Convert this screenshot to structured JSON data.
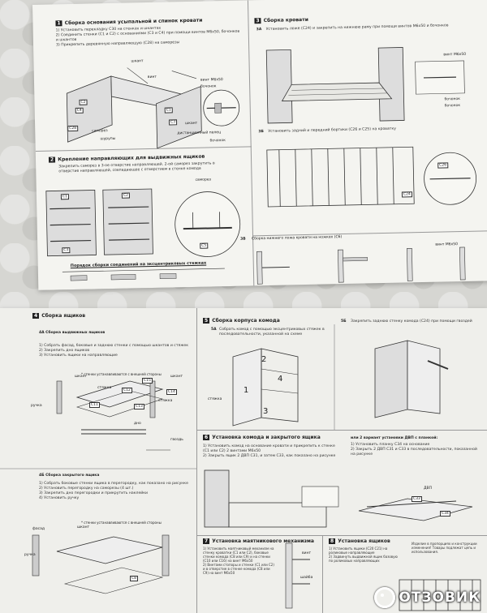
{
  "sheet1": {
    "s1": {
      "num": "1",
      "title": "Сборка основания усыпальной и спинок кровати",
      "text": "1) Установить перекладку C30 на стенках и шкантах\n2) Соединить стенки (C1 и C2) с основаниями (C3 и C4) при помощи винтов M6х50, бочонков и шкантов\n3) Прикрепить деревянную направляющую (C28) на саморезы",
      "labels": [
        "шкант",
        "винт",
        "винт M6х50",
        "бочонок",
        "шкант",
        "дистанционный палец",
        "шурупы",
        "саморез",
        "бочонок"
      ],
      "parts": [
        "C2",
        "C4",
        "C1",
        "C3",
        "C28"
      ]
    },
    "s2": {
      "num": "2",
      "title": "Крепление направляющих для выдвижных ящиков",
      "text": "Закрепить саморез в 3-ое отверстие направляющей. 2-ой саморез закрутить в отверстие направляющей, совпадающее с отверстием в стенке комода",
      "labels": [
        "саморез"
      ],
      "parts": [
        "C1",
        "C2",
        "C3",
        "C5"
      ]
    },
    "s2b": {
      "title": "Порядок сборки соединений на эксцентриковых стяжках"
    },
    "s3": {
      "num": "3",
      "title": "Сборка кровати",
      "a_title": "3А",
      "a_text": "Установить ложе (C24) и закрепить на нижнюю раму при помощи винтов M6х50 и бочонков",
      "labels_a": [
        "винт M6х50",
        "бочонок",
        "бочонок"
      ],
      "b_title": "3Б",
      "b_text": "Установить задний и передний бортики (C26 и C25) на кроватку",
      "parts": [
        "C26",
        "C24"
      ],
      "c_title": "3В",
      "c_text": "Сборка нижнего ложа кровати на ножках (C6)",
      "labels_c": [
        "винт M6х50"
      ]
    }
  },
  "sheet2": {
    "s4": {
      "num": "4",
      "title": "Сборка ящиков",
      "a_title": "4А Сборка выдвижных ящиков",
      "a_text": "1) Собрать фасад, боковые и заднюю стенки с помощью шкантов и стяжек\n2) Закрепить дно ящиков\n3) Установить ящики на направляющие",
      "note": "* стенки устанавливаются с внешней стороны",
      "labels": [
        "ручка",
        "шкант",
        "шкант",
        "стяжка",
        "стяжка",
        "дно",
        "гвоздь"
      ],
      "parts": [
        "C11",
        "C12",
        "C13",
        "C14",
        "C15"
      ],
      "b_title": "4Б Сборка закрытого ящика",
      "b_text": "1) Собрать боковые стенки ящика в перегородку, как показано на рисунке\n2) Установить перегородку на саморезы (4 шт.)\n3) Закрепить дно перегородки и прикрутить наклейки\n4) Установить ручку",
      "note2": "* стенки устанавливаются с внешней стороны",
      "labels2": [
        "фасад",
        "шкант",
        "ручка",
        "C8"
      ]
    },
    "s5": {
      "num": "5",
      "title": "Сборка корпуса комода",
      "a_title": "5А",
      "a_text": "Собрать комод с помощью эксцентриковых стяжек в последовательности, указанной на схеме",
      "nums": [
        "1",
        "2",
        "3",
        "4"
      ],
      "labels": [
        "стяжка"
      ],
      "b_title": "5Б",
      "b_text": "Закрепить заднюю стенку комода (C24) при помощи гвоздей"
    },
    "s6": {
      "num": "6",
      "title": "Установка комода и закрытого ящика",
      "text": "1) Установить комод на основание кровати и прикрепить к стенке (C1 или C2) 2 винтами M6х50\n2) Закрыть ящик 2 ДВП C31, и затем C33, как показано на рисунке",
      "alt_title": "или 2 вариант установки ДВП с планкой:",
      "alt_text": "1) Установить планку C34 на основание\n2) Закрыть 2 ДВП C31 и C33 в последовательности, показанной на рисунке",
      "labels": [
        "ДВП"
      ],
      "parts": [
        "C34",
        "C33"
      ]
    },
    "s7": {
      "num": "7",
      "title": "Установка маятникового механизма",
      "text": "1) Установить маятниковый механизм на стенку кроватки (C1 или C2), боковые стенки комода (C8 или C9) и на стенки (C10 или C16) на винт M6х50\n2) Винтами стопоры и стенки (C1 или C2) и в отверстие в стенке комода (C8 или C9) на винт M6х50",
      "labels": [
        "винт",
        "шайба"
      ]
    },
    "s8": {
      "num": "8",
      "title": "Установка ящиков",
      "text": "1) Установить ящики (C20 C21) на роликовые направляющие\n2) Задвинуть выдвижной ящик базовую по роликовых направляющих",
      "note": "Изделие в пропорциях и конструкции изменения! Товары подлежат цепь и использования."
    }
  },
  "watermark": "ОТЗОВИК"
}
